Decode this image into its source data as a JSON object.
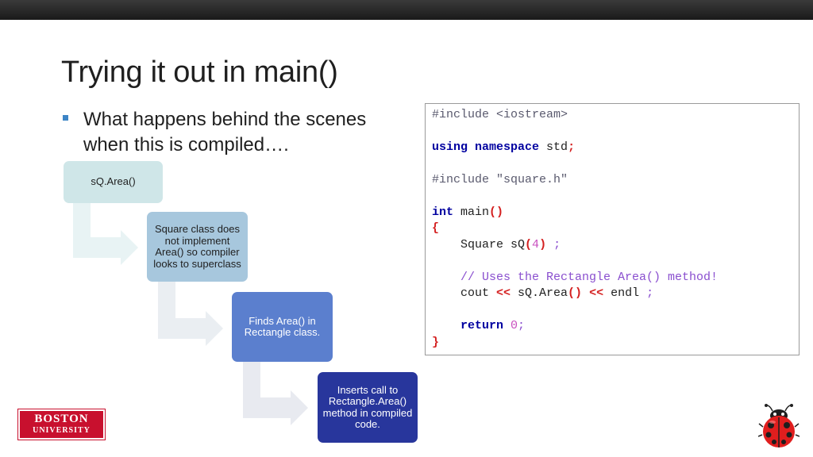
{
  "slide": {
    "title": "Trying it out in main()",
    "bullet": "What happens behind the scenes when this is compiled…."
  },
  "flow": {
    "steps": [
      "sQ.Area()",
      "Square class does not implement Area() so compiler looks to superclass",
      "Finds Area() in Rectangle class.",
      "Inserts call to Rectangle.Area() method in compiled code."
    ]
  },
  "code": {
    "include1": "#include <iostream>",
    "using_kw1": "using",
    "using_kw2": "namespace",
    "using_rest": " std",
    "semi": ";",
    "include2": "#include \"square.h\"",
    "int_kw": "int",
    "main_name": " main",
    "parens": "()",
    "lbrace": "{",
    "rbrace": "}",
    "decl_a": "    Square sQ",
    "lparen": "(",
    "four": "4",
    "rparen": ")",
    "decl_end": " ;",
    "comment": "    // Uses the Rectangle Area() method!",
    "cout_a": "    cout ",
    "shl": "<<",
    "cout_b": " sQ.Area",
    "cout_c": " ",
    "cout_d": " endl ",
    "return_kw": "    return",
    "zero": " 0"
  },
  "logo": {
    "line1": "BOSTON",
    "line2": "UNIVERSITY",
    "color": "#c8102e"
  },
  "icons": {
    "mascot": "ladybug-icon"
  }
}
